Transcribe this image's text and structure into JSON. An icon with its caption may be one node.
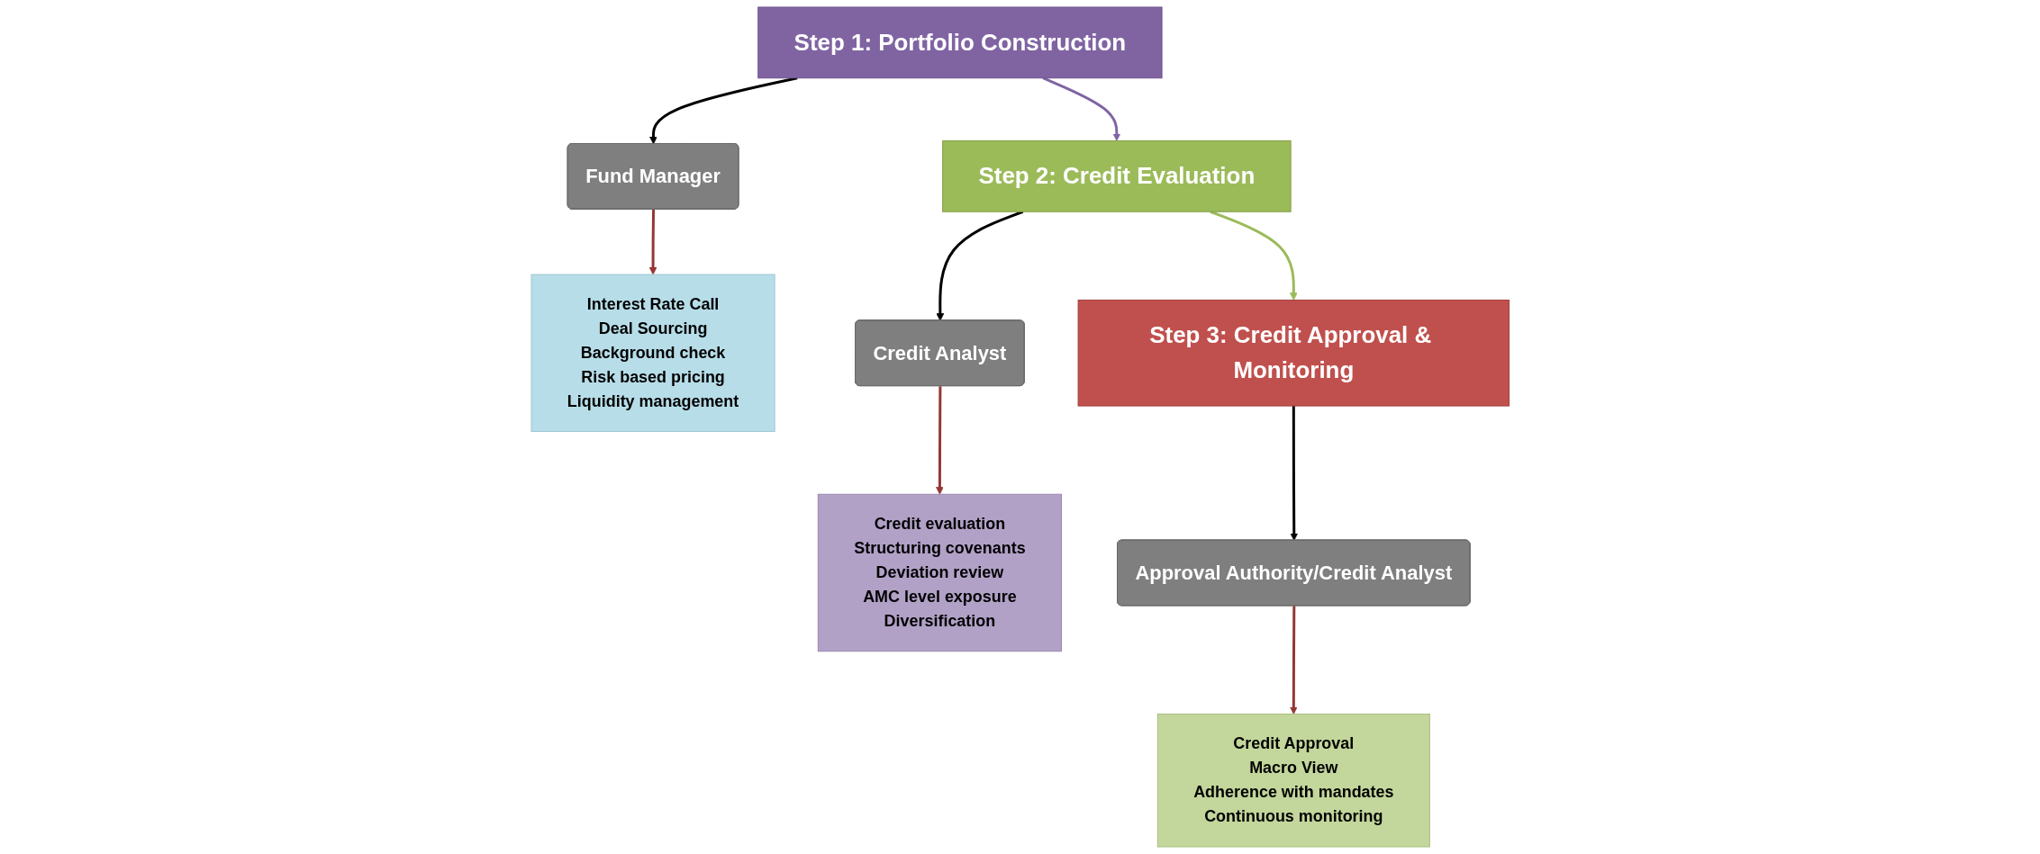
{
  "diagram": {
    "nodes": [
      {
        "text": [
          "Step 1: Portfolio Construction"
        ]
      },
      {
        "text": [
          "Fund Manager"
        ]
      },
      {
        "text": [
          "Interest Rate Call",
          "Deal Sourcing",
          "Background check",
          "Risk based pricing",
          "Liquidity management"
        ]
      },
      {
        "text": [
          "Step 2: Credit Evaluation"
        ]
      },
      {
        "text": [
          "Credit Analyst"
        ]
      },
      {
        "text": [
          "Credit evaluation",
          "Structuring covenants",
          "Deviation review",
          "AMC level exposure",
          "Diversification"
        ]
      },
      {
        "text": [
          "Step 3: Credit Approval & Monitoring"
        ]
      },
      {
        "text": [
          "Approval Authority/Credit Analyst"
        ]
      },
      {
        "text": [
          "Credit Approval",
          "Macro View",
          "Adherence with mandates",
          "Continuous monitoring"
        ]
      }
    ],
    "edges": [
      {
        "from": 0,
        "to": 1,
        "arrow": "to"
      },
      {
        "from": 1,
        "to": 2,
        "arrow": "to",
        "color": "#953735"
      },
      {
        "from": 0,
        "to": 3,
        "arrow": "to",
        "color": "#8064a2"
      },
      {
        "from": 3,
        "to": 4,
        "arrow": "to"
      },
      {
        "from": 4,
        "to": 5,
        "arrow": "to",
        "color": "#953735"
      },
      {
        "from": 3,
        "to": 6,
        "arrow": "to",
        "color": "#9bbb59"
      },
      {
        "from": 6,
        "to": 7,
        "arrow": "to"
      },
      {
        "from": 7,
        "to": 8,
        "arrow": "to",
        "color": "#953735"
      }
    ]
  }
}
